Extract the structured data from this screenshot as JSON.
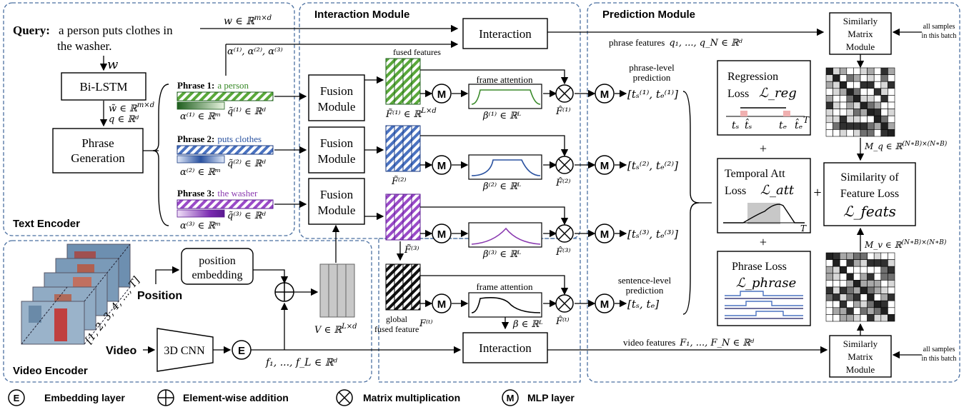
{
  "modules": {
    "interaction": "Interaction Module",
    "prediction": "Prediction Module",
    "text_encoder": "Text Encoder",
    "video_encoder": "Video Encoder"
  },
  "query": {
    "label": "Query:",
    "text1": "a person puts clothes in",
    "text2": "the washer.",
    "w_math": "w ∈ ℝ",
    "w_sup": "m×d",
    "w_arrow": "w"
  },
  "blocks": {
    "bilstm": "Bi-LSTM",
    "phrase_gen1": "Phrase",
    "phrase_gen2": "Generation",
    "fusion1a": "Fusion",
    "fusion1b": "Module",
    "interaction_top": "Interaction",
    "interaction_bottom": "Interaction",
    "position_embed1": "position",
    "position_embed2": "embedding",
    "cnn": "3D CNN",
    "sim_matrix1": "Similarly",
    "sim_matrix2": "Matrix",
    "sim_matrix3": "Module",
    "all_samples1": "all samples",
    "all_samples2": "in this batch"
  },
  "phrases": [
    {
      "label": "Phrase 1:",
      "text": "a person",
      "color": "#3a8a2a",
      "alpha": "α⁽¹⁾ ∈ ℝᵐ",
      "q": "q̃⁽¹⁾ ∈ ℝᵈ"
    },
    {
      "label": "Phrase 2:",
      "text": "puts clothes",
      "color": "#2a52a0",
      "alpha": "α⁽²⁾ ∈ ℝᵐ",
      "q": "q̃⁽²⁾ ∈ ℝᵈ"
    },
    {
      "label": "Phrase 3:",
      "text": "the washer",
      "color": "#8a3ab0",
      "alpha": "α⁽³⁾ ∈ ℝᵐ",
      "q": "q̃⁽³⁾ ∈ ℝᵈ"
    }
  ],
  "math": {
    "w_tilde": "w̃ ∈ ℝ",
    "w_tilde_sup": "m×d",
    "q": "q ∈ ℝᵈ",
    "alphas": "α⁽¹⁾, α⁽²⁾, α⁽³⁾",
    "F1": "F̃⁽¹⁾ ∈ ℝ",
    "F1_sup": "L×d",
    "F2": "F̃⁽²⁾",
    "F3": "F̃⁽³⁾",
    "Ft": "F⁽ᵗ⁾",
    "beta1": "β⁽¹⁾ ∈ ℝᴸ",
    "beta2": "β⁽²⁾ ∈ ℝᴸ",
    "beta3": "β⁽³⁾ ∈ ℝᴸ",
    "beta": "β ∈ ℝᴸ",
    "Fhat1": "F̂⁽¹⁾",
    "Fhat2": "F̂⁽²⁾",
    "Fhat3": "F̂⁽³⁾",
    "Fhatt": "F̂⁽ᵗ⁾",
    "pred1": "[tₛ⁽¹⁾, tₑ⁽¹⁾]",
    "pred2": "[tₛ⁽²⁾, tₑ⁽²⁾]",
    "pred3": "[tₛ⁽³⁾, tₑ⁽³⁾]",
    "pred_sent": "[tₛ, tₑ]",
    "V": "V ∈ ℝ",
    "V_sup": "L×d",
    "f": "f₁, ..., f_L ∈ ℝᵈ",
    "phrase_features": "phrase features",
    "phrase_features_math": "q₁, ..., q_N ∈ ℝᵈ",
    "video_features": "video features",
    "video_features_math": "F₁, ..., F_N ∈ ℝᵈ",
    "Mq": "M_q ∈ ℝ",
    "Mq_sup": "(N∗B)×(N∗B)",
    "Mv": "M_v ∈ ℝ",
    "Mv_sup": "(N∗B)×(N∗B)",
    "frame_index": "[1, 2, 3, 4, ..., T]"
  },
  "labels": {
    "fused_features": "fused features",
    "frame_attention": "frame attention",
    "frame_attention2": "frame attention",
    "phrase_level1": "phrase-level",
    "phrase_level2": "prediction",
    "sentence_level1": "sentence-level",
    "sentence_level2": "prediction",
    "global1": "global",
    "global2": "fused feature",
    "position": "Position",
    "video": "Video",
    "M": "M",
    "E": "E"
  },
  "losses": {
    "regression1": "Regression",
    "regression2": "Loss",
    "regression_math": "ℒ_reg",
    "temporal1": "Temporal Att",
    "temporal2": "Loss",
    "temporal_math": "ℒ_att",
    "phrase1": "Phrase Loss",
    "phrase_math": "ℒ_phrase",
    "similarity1": "Similarity of",
    "similarity2": "Feature Loss",
    "similarity_math": "ℒ_feats",
    "ts": "tₛ",
    "ts_hat": "t̂ₛ",
    "te": "tₑ",
    "te_hat": "t̂ₑ",
    "T": "T",
    "plus": "+"
  },
  "legend": [
    {
      "symbol": "E",
      "label": "Embedding layer"
    },
    {
      "symbol": "⊕",
      "label": "Element-wise addition"
    },
    {
      "symbol": "⊗",
      "label": "Matrix multiplication"
    },
    {
      "symbol": "M",
      "label": "MLP layer"
    }
  ],
  "colors": {
    "dash_border": "#4a6fa0",
    "green": "#3a8a2a",
    "blue": "#2a52a0",
    "purple": "#8a3ab0",
    "gray": "#c8c8c8"
  }
}
